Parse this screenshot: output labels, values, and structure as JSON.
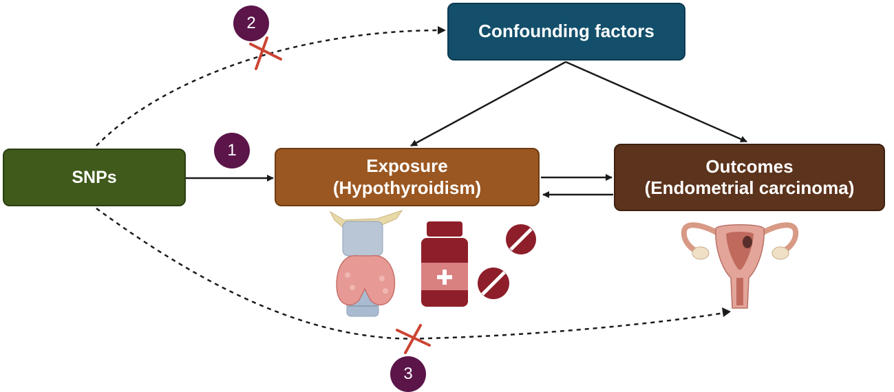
{
  "nodes": {
    "snps": "SNPs",
    "confounding": "Confounding factors",
    "exposure_line1": "Exposure",
    "exposure_line2": "(Hypothyroidism)",
    "outcome_line1": "Outcomes",
    "outcome_line2": "(Endometrial carcinoma)"
  },
  "badges": {
    "b1": "1",
    "b2": "2",
    "b3": "3"
  },
  "colors": {
    "snps": "#3f5a1b",
    "confounding": "#134f6b",
    "exposure": "#9b5721",
    "outcome": "#5c331c",
    "badge": "#5b1549",
    "cross": "#cc4433"
  },
  "icons": [
    "thyroid-gland-icon",
    "medicine-bottle-icon",
    "pill-icon",
    "uterus-icon"
  ]
}
